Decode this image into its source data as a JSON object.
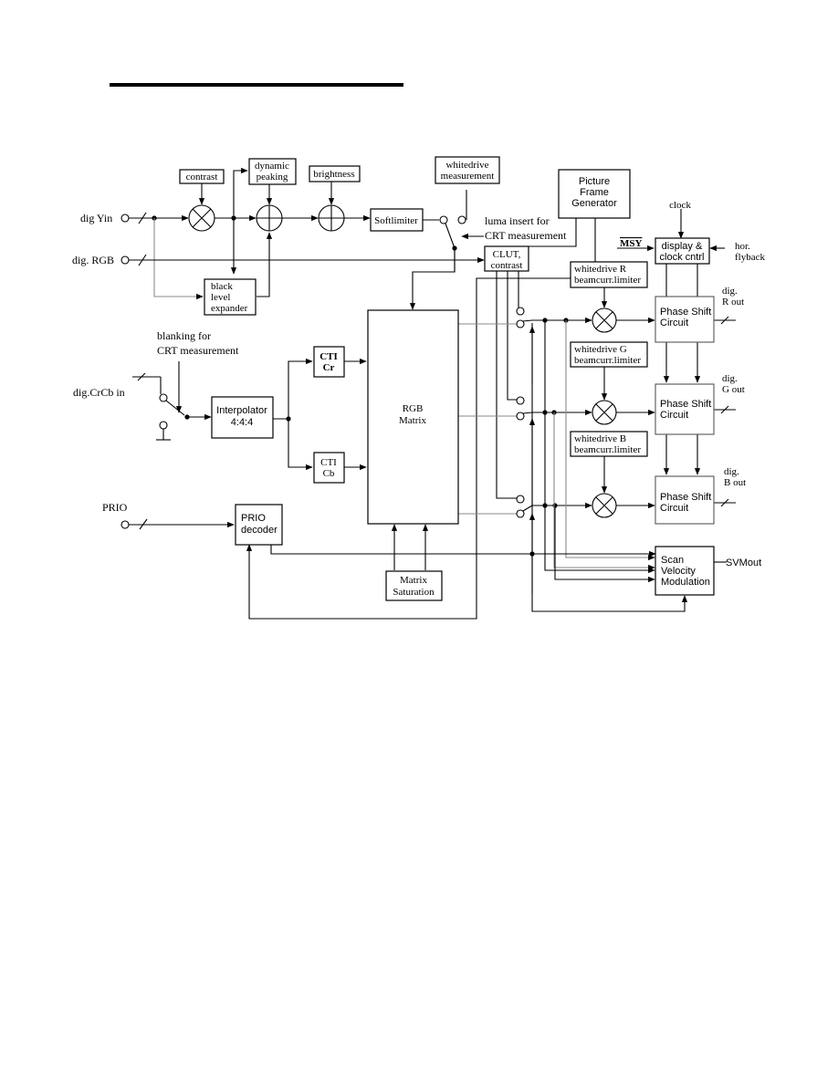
{
  "diagram": {
    "inputs": {
      "dig_yin": "dig Yin",
      "dig_rgb": "dig. RGB",
      "dig_crcb": "dig.CrCb in",
      "prio": "PRIO"
    },
    "blocks": {
      "contrast": "contrast",
      "dynamic_peaking": [
        "dynamic",
        "peaking"
      ],
      "brightness": "brightness",
      "softlimiter": "Softlimiter",
      "whitedrive_measurement": [
        "whitedrive",
        "measurement"
      ],
      "picture_frame_generator": [
        "Picture",
        "Frame",
        "Generator"
      ],
      "black_level_expander": [
        "black",
        "level",
        "expander"
      ],
      "clut_contrast": [
        "CLUT,",
        "contrast"
      ],
      "display_clock": [
        "display &",
        "clock cntrl"
      ],
      "whitedrive_r": [
        "whitedrive R",
        "beamcurr.limiter"
      ],
      "whitedrive_g": [
        "whitedrive G",
        "beamcurr.limiter"
      ],
      "whitedrive_b": [
        "whitedrive B",
        "beamcurr.limiter"
      ],
      "phase_shift": [
        "Phase Shift",
        "Circuit"
      ],
      "interpolator": [
        "Interpolator",
        "4:4:4"
      ],
      "cti_cr": [
        "CTI",
        "Cr"
      ],
      "cti_cb": [
        "CTI",
        "Cb"
      ],
      "rgb_matrix": [
        "RGB",
        "Matrix"
      ],
      "prio_decoder": [
        "PRIO",
        "decoder"
      ],
      "matrix_saturation": [
        "Matrix",
        "Saturation"
      ],
      "svm": [
        "Scan",
        "Velocity",
        "Modulation"
      ]
    },
    "labels": {
      "luma_insert": [
        "luma insert for",
        "CRT measurement"
      ],
      "blanking": [
        "blanking for",
        "CRT measurement"
      ],
      "clock": "clock",
      "msy": "MSY",
      "hor_flyback": [
        "hor.",
        "flyback"
      ],
      "r_out": [
        "dig.",
        "R out"
      ],
      "g_out": [
        "dig.",
        "G out"
      ],
      "b_out": [
        "dig.",
        "B out"
      ],
      "svmout": "SVMout"
    }
  }
}
